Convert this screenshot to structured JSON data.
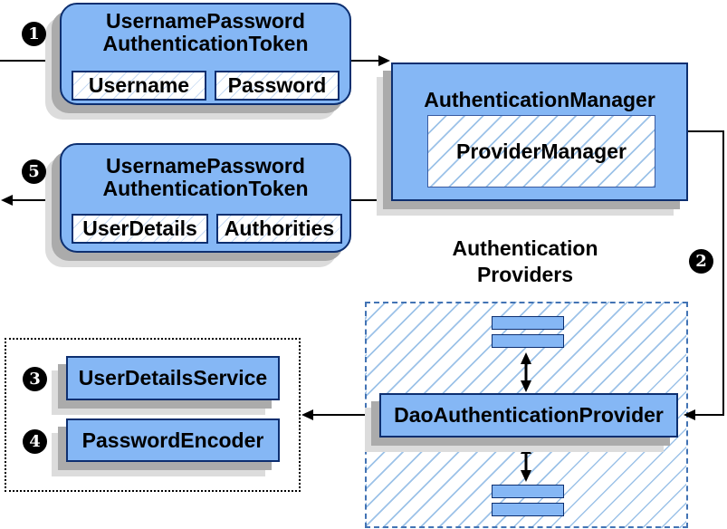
{
  "token_request": {
    "step": "1",
    "title1": "UsernamePassword",
    "title2": "AuthenticationToken",
    "field1": "Username",
    "field2": "Password"
  },
  "auth_manager": {
    "title": "AuthenticationManager",
    "provider_manager": "ProviderManager"
  },
  "token_result": {
    "step": "5",
    "title1": "UsernamePassword",
    "title2": "AuthenticationToken",
    "field1": "UserDetails",
    "field2": "Authorities"
  },
  "auth_providers": {
    "step": "2",
    "label1": "Authentication",
    "label2": "Providers",
    "dao": "DaoAuthenticationProvider"
  },
  "services": {
    "uds_step": "3",
    "user_details_service": "UserDetailsService",
    "pe_step": "4",
    "password_encoder": "PasswordEncoder"
  },
  "colors": {
    "node_fill": "#85b7f5",
    "node_border": "#0d2f70",
    "hatch": "#9cc2e8",
    "hatch_light": "#c6daf4",
    "dashed_border": "#4273b4",
    "shadow_dark": "#ababab",
    "shadow_light": "#dcdcdc",
    "connector": "#000000"
  }
}
